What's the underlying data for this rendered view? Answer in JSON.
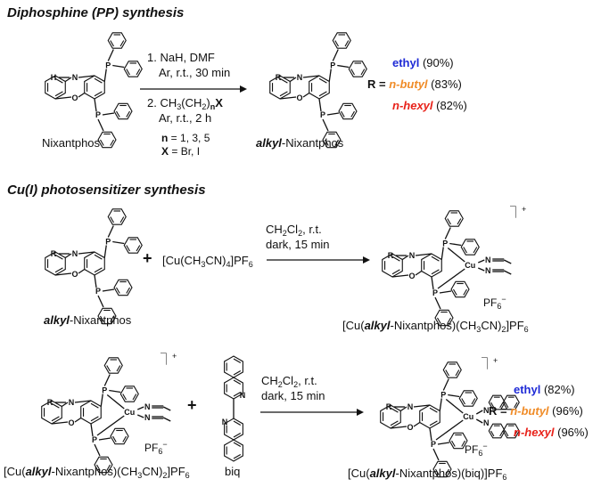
{
  "section1": {
    "title": "Diphosphine (PP) synthesis",
    "reactant_label": "Nixantphos",
    "atom_H": "H",
    "atom_N": "N",
    "atom_O": "O",
    "atom_P": "P",
    "atom_R": "R",
    "step1_line1": "1. NaH, DMF",
    "step1_line2": "Ar, r.t., 30 min",
    "step2_line1_a": "2. CH",
    "step2_line1_sub1": "3",
    "step2_line1_b": "(CH",
    "step2_line1_sub2": "2",
    "step2_line1_c": ")",
    "step2_line1_sub3": "n",
    "step2_line1_d": "X",
    "step2_line2": "Ar, r.t., 2 h",
    "n_label": "n",
    "n_values": " = 1, 3, 5",
    "x_label": "X",
    "x_values": " = Br, I",
    "product_label_italic": "alkyl",
    "product_label_rest": "-Nixantphos",
    "r_prefix": "R = ",
    "r_groups": [
      {
        "name": "ethyl",
        "yield": " (90%)",
        "color": "#1f2bd6"
      },
      {
        "name": "n-butyl",
        "yield": " (83%)",
        "color": "#f08c28"
      },
      {
        "name": "n-hexyl",
        "yield": " (82%)",
        "color": "#e8221a"
      }
    ]
  },
  "section2": {
    "title": "Cu(I) photosensitizer synthesis",
    "reactant_label_italic": "alkyl",
    "reactant_label_rest": "-Nixantphos",
    "plus": "+",
    "cu_reagent_a": "[Cu(CH",
    "cu_reagent_sub1": "3",
    "cu_reagent_b": "CN)",
    "cu_reagent_sub2": "4",
    "cu_reagent_c": "]PF",
    "cu_reagent_sub3": "6",
    "cond_line1_a": "CH",
    "cond_line1_sub1": "2",
    "cond_line1_b": "Cl",
    "cond_line1_sub2": "2",
    "cond_line1_c": ", r.t.",
    "cond_line2": "dark, 15 min",
    "atom_Cu": "Cu",
    "charge": "+",
    "counterion_a": "PF",
    "counterion_sub": "6",
    "counterion_sup": "−",
    "product_label_a": "[Cu(",
    "product_label_italic": "alkyl",
    "product_label_b": "-Nixantphos)(CH",
    "product_label_sub1": "3",
    "product_label_c": "CN)",
    "product_label_sub2": "2",
    "product_label_d": "]PF",
    "product_label_sub3": "6"
  },
  "section3": {
    "plus": "+",
    "biq_label": "biq",
    "cond_line1_a": "CH",
    "cond_line1_sub1": "2",
    "cond_line1_b": "Cl",
    "cond_line1_sub2": "2",
    "cond_line1_c": ", r.t.",
    "cond_line2": "dark, 15 min",
    "reactant_label_a": "[Cu(",
    "reactant_label_italic": "alkyl",
    "reactant_label_b": "-Nixantphos)(CH",
    "reactant_label_sub1": "3",
    "reactant_label_c": "CN)",
    "reactant_label_sub2": "2",
    "reactant_label_d": "]PF",
    "reactant_label_sub3": "6",
    "product_label_a": "[Cu(",
    "product_label_italic": "alkyl",
    "product_label_b": "-Nixantphos)(biq)]PF",
    "product_label_sub": "6",
    "r_prefix": "R = ",
    "r_groups": [
      {
        "name": "ethyl",
        "yield": " (82%)",
        "color": "#1f2bd6"
      },
      {
        "name": "n-butyl",
        "yield": " (96%)",
        "color": "#f08c28"
      },
      {
        "name": "n-hexyl",
        "yield": " (96%)",
        "color": "#e8221a"
      }
    ]
  }
}
